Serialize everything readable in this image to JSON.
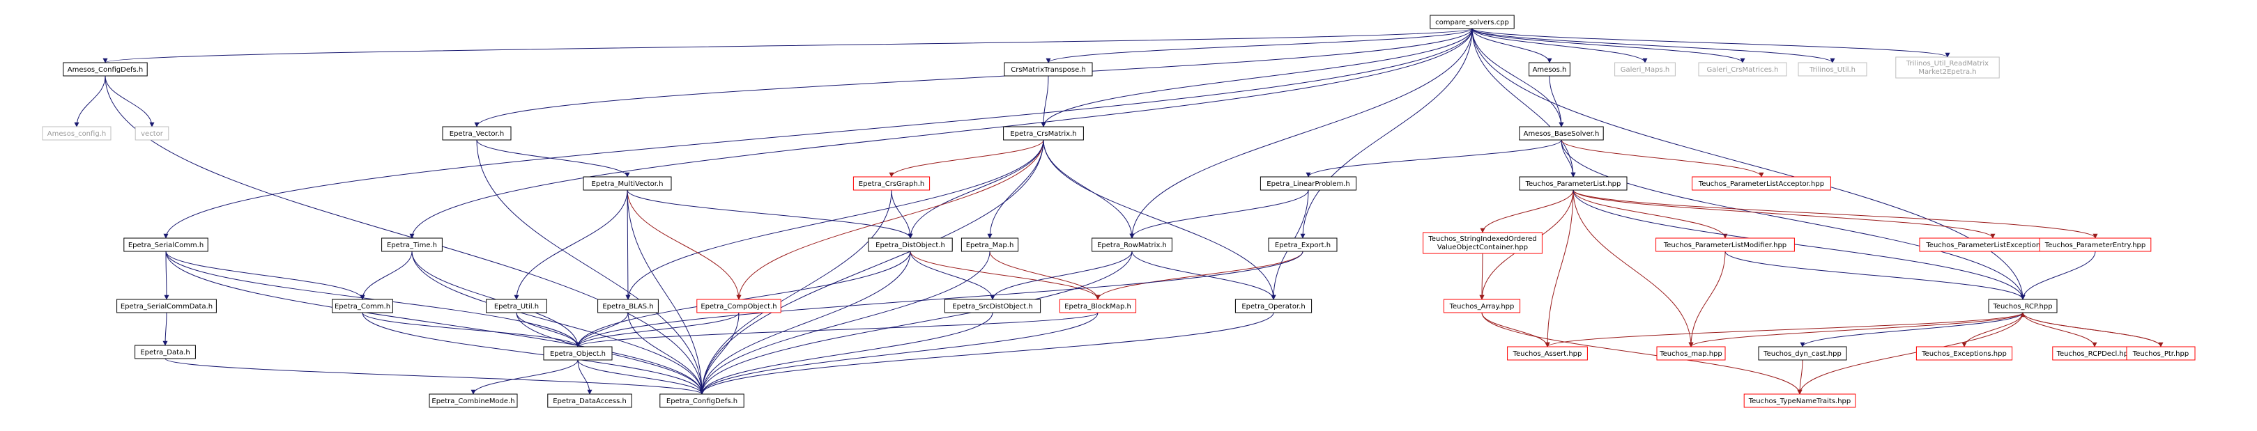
{
  "colors": {
    "root_fill": "#bfbfbf",
    "normal_border": "#000000",
    "red_border": "#ff0000",
    "external_border": "#bfbfbf",
    "edge": "#191970",
    "edge_red": "#9a1c1c"
  },
  "nodes": [
    {
      "id": "compare_solvers",
      "lines": [
        "compare_solvers.cpp"
      ],
      "style": "root"
    },
    {
      "id": "amesos_configdefs",
      "lines": [
        "Amesos_ConfigDefs.h"
      ],
      "style": "normal"
    },
    {
      "id": "amesos_config",
      "lines": [
        "Amesos_config.h"
      ],
      "style": "external"
    },
    {
      "id": "vector",
      "lines": [
        "vector"
      ],
      "style": "external"
    },
    {
      "id": "crsmatrixtranspose",
      "lines": [
        "CrsMatrixTranspose.h"
      ],
      "style": "normal"
    },
    {
      "id": "amesos_h",
      "lines": [
        "Amesos.h"
      ],
      "style": "normal"
    },
    {
      "id": "galeri_maps",
      "lines": [
        "Galeri_Maps.h"
      ],
      "style": "external"
    },
    {
      "id": "galeri_crsmatrices",
      "lines": [
        "Galeri_CrsMatrices.h"
      ],
      "style": "external"
    },
    {
      "id": "trilinos_util",
      "lines": [
        "Trilinos_Util.h"
      ],
      "style": "external"
    },
    {
      "id": "trilinos_readmatrix",
      "lines": [
        "Trilinos_Util_ReadMatrix",
        "Market2Epetra.h"
      ],
      "style": "external"
    },
    {
      "id": "epetra_vector",
      "lines": [
        "Epetra_Vector.h"
      ],
      "style": "normal"
    },
    {
      "id": "epetra_crsmatrix",
      "lines": [
        "Epetra_CrsMatrix.h"
      ],
      "style": "normal"
    },
    {
      "id": "amesos_basesolver",
      "lines": [
        "Amesos_BaseSolver.h"
      ],
      "style": "normal"
    },
    {
      "id": "epetra_multivector",
      "lines": [
        "Epetra_MultiVector.h"
      ],
      "style": "normal"
    },
    {
      "id": "epetra_crsgraph",
      "lines": [
        "Epetra_CrsGraph.h"
      ],
      "style": "red"
    },
    {
      "id": "epetra_linearproblem",
      "lines": [
        "Epetra_LinearProblem.h"
      ],
      "style": "normal"
    },
    {
      "id": "teuchos_parameterlist",
      "lines": [
        "Teuchos_ParameterList.hpp"
      ],
      "style": "normal"
    },
    {
      "id": "teuchos_plistacceptor",
      "lines": [
        "Teuchos_ParameterListAcceptor.hpp"
      ],
      "style": "red"
    },
    {
      "id": "epetra_serialcomm",
      "lines": [
        "Epetra_SerialComm.h"
      ],
      "style": "normal"
    },
    {
      "id": "epetra_time",
      "lines": [
        "Epetra_Time.h"
      ],
      "style": "normal"
    },
    {
      "id": "epetra_distobject",
      "lines": [
        "Epetra_DistObject.h"
      ],
      "style": "normal"
    },
    {
      "id": "epetra_map",
      "lines": [
        "Epetra_Map.h"
      ],
      "style": "normal"
    },
    {
      "id": "epetra_rowmatrix",
      "lines": [
        "Epetra_RowMatrix.h"
      ],
      "style": "normal"
    },
    {
      "id": "epetra_export",
      "lines": [
        "Epetra_Export.h"
      ],
      "style": "normal"
    },
    {
      "id": "teuchos_stringindexed",
      "lines": [
        "Teuchos_StringIndexedOrdered",
        "ValueObjectContainer.hpp"
      ],
      "style": "red"
    },
    {
      "id": "teuchos_plistmodifier",
      "lines": [
        "Teuchos_ParameterListModifier.hpp"
      ],
      "style": "red"
    },
    {
      "id": "teuchos_plistexceptions",
      "lines": [
        "Teuchos_ParameterListExceptions.hpp"
      ],
      "style": "red"
    },
    {
      "id": "teuchos_parameterentry",
      "lines": [
        "Teuchos_ParameterEntry.hpp"
      ],
      "style": "red"
    },
    {
      "id": "epetra_serialcommdata",
      "lines": [
        "Epetra_SerialCommData.h"
      ],
      "style": "normal"
    },
    {
      "id": "epetra_comm",
      "lines": [
        "Epetra_Comm.h"
      ],
      "style": "normal"
    },
    {
      "id": "epetra_util",
      "lines": [
        "Epetra_Util.h"
      ],
      "style": "normal"
    },
    {
      "id": "epetra_blas",
      "lines": [
        "Epetra_BLAS.h"
      ],
      "style": "normal"
    },
    {
      "id": "epetra_compobject",
      "lines": [
        "Epetra_CompObject.h"
      ],
      "style": "red"
    },
    {
      "id": "epetra_srcdistobject",
      "lines": [
        "Epetra_SrcDistObject.h"
      ],
      "style": "normal"
    },
    {
      "id": "epetra_blockmap",
      "lines": [
        "Epetra_BlockMap.h"
      ],
      "style": "red"
    },
    {
      "id": "epetra_operator",
      "lines": [
        "Epetra_Operator.h"
      ],
      "style": "normal"
    },
    {
      "id": "teuchos_array",
      "lines": [
        "Teuchos_Array.hpp"
      ],
      "style": "red"
    },
    {
      "id": "teuchos_rcp",
      "lines": [
        "Teuchos_RCP.hpp"
      ],
      "style": "normal"
    },
    {
      "id": "epetra_data",
      "lines": [
        "Epetra_Data.h"
      ],
      "style": "normal"
    },
    {
      "id": "epetra_object",
      "lines": [
        "Epetra_Object.h"
      ],
      "style": "normal"
    },
    {
      "id": "teuchos_assert",
      "lines": [
        "Teuchos_Assert.hpp"
      ],
      "style": "red"
    },
    {
      "id": "teuchos_map",
      "lines": [
        "Teuchos_map.hpp"
      ],
      "style": "red"
    },
    {
      "id": "teuchos_dyncast",
      "lines": [
        "Teuchos_dyn_cast.hpp"
      ],
      "style": "normal"
    },
    {
      "id": "teuchos_exceptions",
      "lines": [
        "Teuchos_Exceptions.hpp"
      ],
      "style": "red"
    },
    {
      "id": "teuchos_rcpdecl",
      "lines": [
        "Teuchos_RCPDecl.hpp"
      ],
      "style": "red"
    },
    {
      "id": "teuchos_ptr",
      "lines": [
        "Teuchos_Ptr.hpp"
      ],
      "style": "red"
    },
    {
      "id": "epetra_combinemode",
      "lines": [
        "Epetra_CombineMode.h"
      ],
      "style": "normal"
    },
    {
      "id": "epetra_dataaccess",
      "lines": [
        "Epetra_DataAccess.h"
      ],
      "style": "normal"
    },
    {
      "id": "epetra_configdefs",
      "lines": [
        "Epetra_ConfigDefs.h"
      ],
      "style": "normal"
    },
    {
      "id": "teuchos_typenametraits",
      "lines": [
        "Teuchos_TypeNameTraits.hpp"
      ],
      "style": "red"
    }
  ],
  "edges": [
    [
      "compare_solvers",
      "amesos_configdefs"
    ],
    [
      "compare_solvers",
      "crsmatrixtranspose"
    ],
    [
      "compare_solvers",
      "amesos_h"
    ],
    [
      "compare_solvers",
      "galeri_maps"
    ],
    [
      "compare_solvers",
      "galeri_crsmatrices"
    ],
    [
      "compare_solvers",
      "trilinos_util"
    ],
    [
      "compare_solvers",
      "trilinos_readmatrix"
    ],
    [
      "compare_solvers",
      "epetra_vector"
    ],
    [
      "compare_solvers",
      "epetra_crsmatrix"
    ],
    [
      "compare_solvers",
      "amesos_basesolver"
    ],
    [
      "compare_solvers",
      "epetra_serialcomm"
    ],
    [
      "compare_solvers",
      "epetra_time"
    ],
    [
      "compare_solvers",
      "epetra_rowmatrix"
    ],
    [
      "compare_solvers",
      "epetra_export"
    ],
    [
      "compare_solvers",
      "teuchos_parameterlist"
    ],
    [
      "compare_solvers",
      "teuchos_rcp"
    ],
    [
      "amesos_configdefs",
      "amesos_config"
    ],
    [
      "amesos_configdefs",
      "vector"
    ],
    [
      "amesos_configdefs",
      "epetra_configdefs"
    ],
    [
      "crsmatrixtranspose",
      "epetra_crsmatrix"
    ],
    [
      "amesos_h",
      "amesos_basesolver"
    ],
    [
      "epetra_vector",
      "epetra_multivector"
    ],
    [
      "epetra_vector",
      "epetra_configdefs"
    ],
    [
      "epetra_crsmatrix",
      "epetra_crsgraph",
      "red"
    ],
    [
      "epetra_crsmatrix",
      "epetra_distobject"
    ],
    [
      "epetra_crsmatrix",
      "epetra_compobject",
      "red"
    ],
    [
      "epetra_crsmatrix",
      "epetra_blas"
    ],
    [
      "epetra_crsmatrix",
      "epetra_map"
    ],
    [
      "epetra_crsmatrix",
      "epetra_rowmatrix"
    ],
    [
      "epetra_crsmatrix",
      "epetra_operator"
    ],
    [
      "epetra_crsmatrix",
      "epetra_configdefs"
    ],
    [
      "amesos_basesolver",
      "epetra_linearproblem"
    ],
    [
      "amesos_basesolver",
      "teuchos_parameterlist"
    ],
    [
      "amesos_basesolver",
      "teuchos_plistacceptor",
      "red"
    ],
    [
      "amesos_basesolver",
      "teuchos_rcp"
    ],
    [
      "epetra_multivector",
      "epetra_distobject"
    ],
    [
      "epetra_multivector",
      "epetra_compobject",
      "red"
    ],
    [
      "epetra_multivector",
      "epetra_blas"
    ],
    [
      "epetra_multivector",
      "epetra_util"
    ],
    [
      "epetra_multivector",
      "epetra_configdefs"
    ],
    [
      "epetra_crsgraph",
      "epetra_distobject"
    ],
    [
      "epetra_crsgraph",
      "epetra_configdefs"
    ],
    [
      "epetra_linearproblem",
      "epetra_rowmatrix"
    ],
    [
      "epetra_linearproblem",
      "epetra_operator"
    ],
    [
      "teuchos_parameterlist",
      "teuchos_stringindexed",
      "red"
    ],
    [
      "teuchos_parameterlist",
      "teuchos_plistmodifier",
      "red"
    ],
    [
      "teuchos_parameterlist",
      "teuchos_plistexceptions",
      "red"
    ],
    [
      "teuchos_parameterlist",
      "teuchos_parameterentry",
      "red"
    ],
    [
      "teuchos_parameterlist",
      "teuchos_array",
      "red"
    ],
    [
      "teuchos_parameterlist",
      "teuchos_assert",
      "red"
    ],
    [
      "teuchos_parameterlist",
      "teuchos_map",
      "red"
    ],
    [
      "teuchos_parameterlist",
      "teuchos_rcp"
    ],
    [
      "epetra_serialcomm",
      "epetra_serialcommdata"
    ],
    [
      "epetra_serialcomm",
      "epetra_comm"
    ],
    [
      "epetra_serialcomm",
      "epetra_object"
    ],
    [
      "epetra_serialcomm",
      "epetra_configdefs"
    ],
    [
      "epetra_time",
      "epetra_comm"
    ],
    [
      "epetra_time",
      "epetra_object"
    ],
    [
      "epetra_time",
      "epetra_configdefs"
    ],
    [
      "epetra_distobject",
      "epetra_srcdistobject"
    ],
    [
      "epetra_distobject",
      "epetra_blockmap",
      "red"
    ],
    [
      "epetra_distobject",
      "epetra_object"
    ],
    [
      "epetra_distobject",
      "epetra_configdefs"
    ],
    [
      "epetra_map",
      "epetra_blockmap",
      "red"
    ],
    [
      "epetra_map",
      "epetra_configdefs"
    ],
    [
      "epetra_rowmatrix",
      "epetra_srcdistobject"
    ],
    [
      "epetra_rowmatrix",
      "epetra_operator"
    ],
    [
      "epetra_rowmatrix",
      "epetra_configdefs"
    ],
    [
      "epetra_export",
      "epetra_blockmap",
      "red"
    ],
    [
      "epetra_export",
      "epetra_object"
    ],
    [
      "teuchos_stringindexed",
      "teuchos_array",
      "red"
    ],
    [
      "teuchos_plistmodifier",
      "teuchos_rcp"
    ],
    [
      "teuchos_plistmodifier",
      "teuchos_map",
      "red"
    ],
    [
      "teuchos_parameterentry",
      "teuchos_rcp"
    ],
    [
      "epetra_serialcommdata",
      "epetra_data"
    ],
    [
      "epetra_comm",
      "epetra_object"
    ],
    [
      "epetra_comm",
      "epetra_configdefs"
    ],
    [
      "epetra_util",
      "epetra_object"
    ],
    [
      "epetra_util",
      "epetra_configdefs"
    ],
    [
      "epetra_blas",
      "epetra_object"
    ],
    [
      "epetra_blas",
      "epetra_configdefs"
    ],
    [
      "epetra_compobject",
      "epetra_object"
    ],
    [
      "epetra_compobject",
      "epetra_configdefs"
    ],
    [
      "epetra_srcdistobject",
      "epetra_configdefs"
    ],
    [
      "epetra_blockmap",
      "epetra_object"
    ],
    [
      "epetra_blockmap",
      "epetra_configdefs"
    ],
    [
      "epetra_operator",
      "epetra_configdefs"
    ],
    [
      "teuchos_array",
      "teuchos_assert",
      "red"
    ],
    [
      "teuchos_array",
      "teuchos_typenametraits",
      "red"
    ],
    [
      "teuchos_rcp",
      "teuchos_assert",
      "red"
    ],
    [
      "teuchos_rcp",
      "teuchos_map",
      "red"
    ],
    [
      "teuchos_rcp",
      "teuchos_dyncast"
    ],
    [
      "teuchos_rcp",
      "teuchos_exceptions",
      "red"
    ],
    [
      "teuchos_rcp",
      "teuchos_rcpdecl",
      "red"
    ],
    [
      "teuchos_rcp",
      "teuchos_ptr",
      "red"
    ],
    [
      "teuchos_rcp",
      "teuchos_typenametraits",
      "red"
    ],
    [
      "teuchos_ptr",
      "teuchos_rcp",
      "red"
    ],
    [
      "teuchos_dyncast",
      "teuchos_typenametraits",
      "red"
    ],
    [
      "epetra_data",
      "epetra_configdefs"
    ],
    [
      "epetra_object",
      "epetra_combinemode"
    ],
    [
      "epetra_object",
      "epetra_dataaccess"
    ],
    [
      "epetra_object",
      "epetra_configdefs"
    ]
  ]
}
